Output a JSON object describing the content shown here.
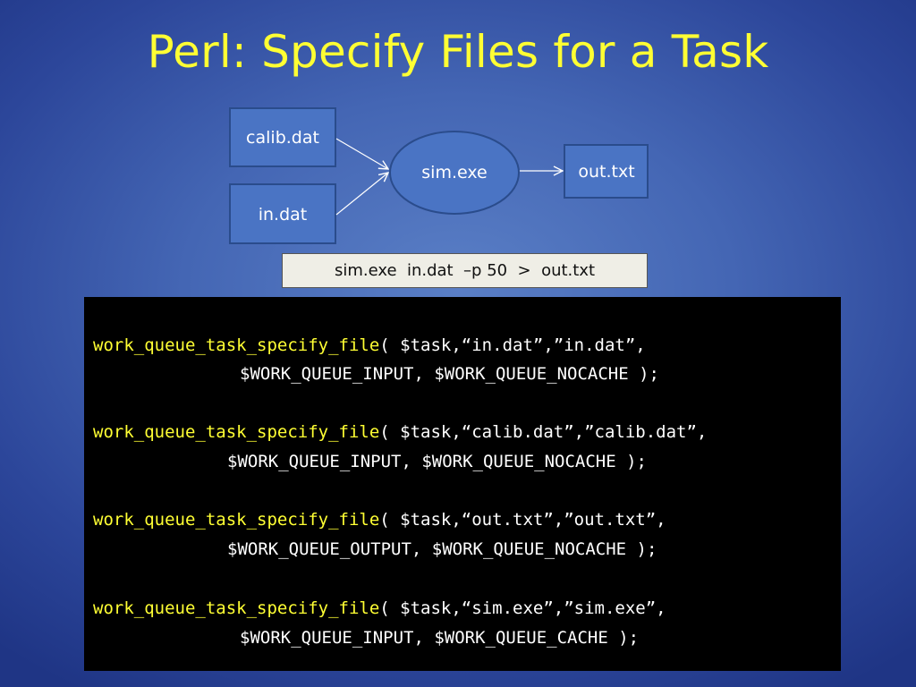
{
  "slide": {
    "title": "Perl: Specify Files for a Task"
  },
  "diagram": {
    "nodes": {
      "calib": "calib.dat",
      "in": "in.dat",
      "sim": "sim.exe",
      "out": "out.txt"
    },
    "command": "sim.exe  in.dat  –p 50  >  out.txt"
  },
  "code": {
    "calls": [
      {
        "fn": "work_queue_task_specify_file",
        "args": "( $task,“in.dat”,”in.dat”,",
        "cont": "$WORK_QUEUE_INPUT, $WORK_QUEUE_NOCACHE );"
      },
      {
        "fn": "work_queue_task_specify_file",
        "args": "( $task,“calib.dat”,”calib.dat”,",
        "cont": "$WORK_QUEUE_INPUT, $WORK_QUEUE_NOCACHE );"
      },
      {
        "fn": "work_queue_task_specify_file",
        "args": "( $task,“out.txt”,”out.txt”,",
        "cont": "$WORK_QUEUE_OUTPUT, $WORK_QUEUE_NOCACHE );"
      },
      {
        "fn": "work_queue_task_specify_file",
        "args": "( $task,“sim.exe”,”sim.exe”,",
        "cont": "$WORK_QUEUE_INPUT, $WORK_QUEUE_CACHE );"
      }
    ]
  },
  "colors": {
    "title": "#ffff33",
    "node_fill": "#4a74c4",
    "node_border": "#2a4c8c",
    "function_name": "#ffff33",
    "code_text": "#ffffff",
    "code_background": "#000000"
  }
}
